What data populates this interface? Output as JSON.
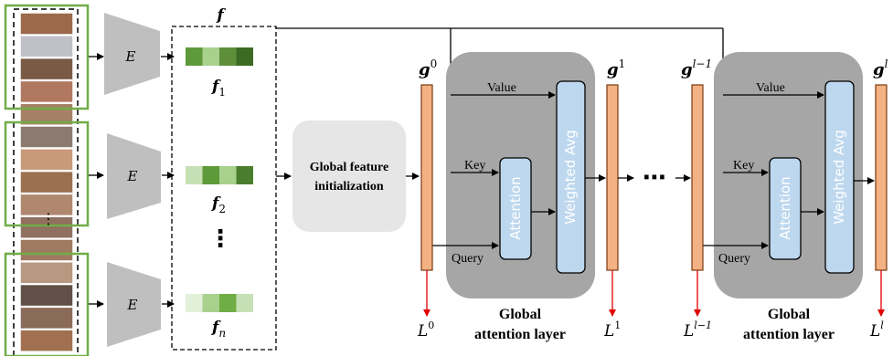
{
  "frames": {
    "frame_colors": [
      "#9a6a4a",
      "#c0c0c8",
      "#7a5a44",
      "#b07860",
      "#a68066",
      "#8a7a70",
      "#c89a7a",
      "#9a7050",
      "#b08870",
      "#907060",
      "#a07a60",
      "#b89880",
      "#605048",
      "#8a6a58",
      "#a07050"
    ]
  },
  "encoder": {
    "label": "E"
  },
  "features": {
    "title": "f",
    "items": [
      {
        "name": "f",
        "sub": "1",
        "colors": [
          "#5e9a3a",
          "#a9d18e",
          "#5e8e3a",
          "#3b6a22"
        ]
      },
      {
        "name": "f",
        "sub": "2",
        "colors": [
          "#c5e0b4",
          "#5e9a3a",
          "#a9d18e",
          "#4a7e2e"
        ]
      },
      {
        "name": "f",
        "sub": "n",
        "colors": [
          "#e2f0d9",
          "#a9d18e",
          "#70ad47",
          "#c5e0b4"
        ]
      }
    ],
    "dots": "⋮"
  },
  "global_init": {
    "line1": "Global feature",
    "line2": "initialization"
  },
  "g_labels": [
    {
      "base": "g",
      "sup": "0"
    },
    {
      "base": "g",
      "sup": "1"
    },
    {
      "base": "g",
      "sup": "l−1"
    },
    {
      "base": "g",
      "sup": "l"
    }
  ],
  "loss_labels": [
    {
      "base": "L",
      "sup": "0"
    },
    {
      "base": "L",
      "sup": "1"
    },
    {
      "base": "L",
      "sup": "l−1"
    },
    {
      "base": "L",
      "sup": "l"
    }
  ],
  "attention_layer": {
    "value_label": "Value",
    "key_label": "Key",
    "query_label": "Query",
    "attention_label": "Attention",
    "weighted_avg_label": "Weighted Avg",
    "caption_line1": "Global",
    "caption_line2": "attention layer"
  },
  "ellipsis": "⋯",
  "colors": {
    "feature_bar": "#f4b183",
    "feature_bar_border": "#8a4a20",
    "attn_box": "#bdd7ee",
    "layer_bg": "#a6a6a6",
    "init_bg": "#e6e6e6",
    "clip_border": "#70ad47",
    "loss_arrow": "#e00000"
  }
}
